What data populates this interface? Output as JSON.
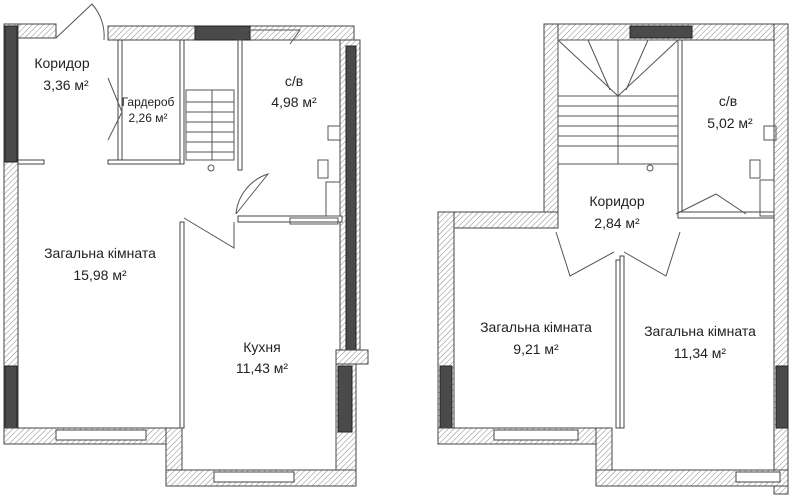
{
  "floor_1": {
    "rooms": [
      {
        "name": "Коридор",
        "area": "3,36 м²"
      },
      {
        "name": "Гардероб",
        "area": "2,26 м²"
      },
      {
        "name": "с/в",
        "area": "4,98 м²"
      },
      {
        "name": "Загальна кімната",
        "area": "15,98 м²"
      },
      {
        "name": "Кухня",
        "area": "11,43 м²"
      }
    ]
  },
  "floor_2": {
    "rooms": [
      {
        "name": "с/в",
        "area": "5,02 м²"
      },
      {
        "name": "Коридор",
        "area": "2,84 м²"
      },
      {
        "name": "Загальна кімната",
        "area": "9,21 м²"
      },
      {
        "name": "Загальна кімната",
        "area": "11,34 м²"
      }
    ]
  },
  "colors": {
    "wall_dark": "#4a4a4a",
    "hatch": "#888888",
    "line": "#555555"
  }
}
